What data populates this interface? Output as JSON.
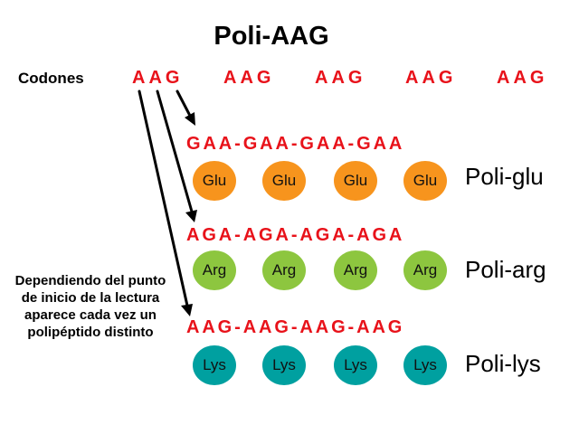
{
  "title": "Poli-AAG",
  "codons": {
    "label": "Codones",
    "items": [
      "AAG",
      "AAG",
      "AAG",
      "AAG",
      "AAG"
    ]
  },
  "frames": [
    {
      "sequence": "GAA-GAA-GAA-GAA",
      "amino_acids": [
        "Glu",
        "Glu",
        "Glu",
        "Glu"
      ],
      "polymer": "Poli-glu",
      "color": "#f7941d"
    },
    {
      "sequence": "AGA-AGA-AGA-AGA",
      "amino_acids": [
        "Arg",
        "Arg",
        "Arg",
        "Arg"
      ],
      "polymer": "Poli-arg",
      "color": "#8dc63f"
    },
    {
      "sequence": "AAG-AAG-AAG-AAG",
      "amino_acids": [
        "Lys",
        "Lys",
        "Lys",
        "Lys"
      ],
      "polymer": "Poli-lys",
      "color": "#00a0a0"
    }
  ],
  "note": "Dependiendo del punto de inicio de la lectura aparece cada vez un polipéptido distinto",
  "colors": {
    "codon_text": "#e8121a",
    "arrow": "#000000"
  }
}
